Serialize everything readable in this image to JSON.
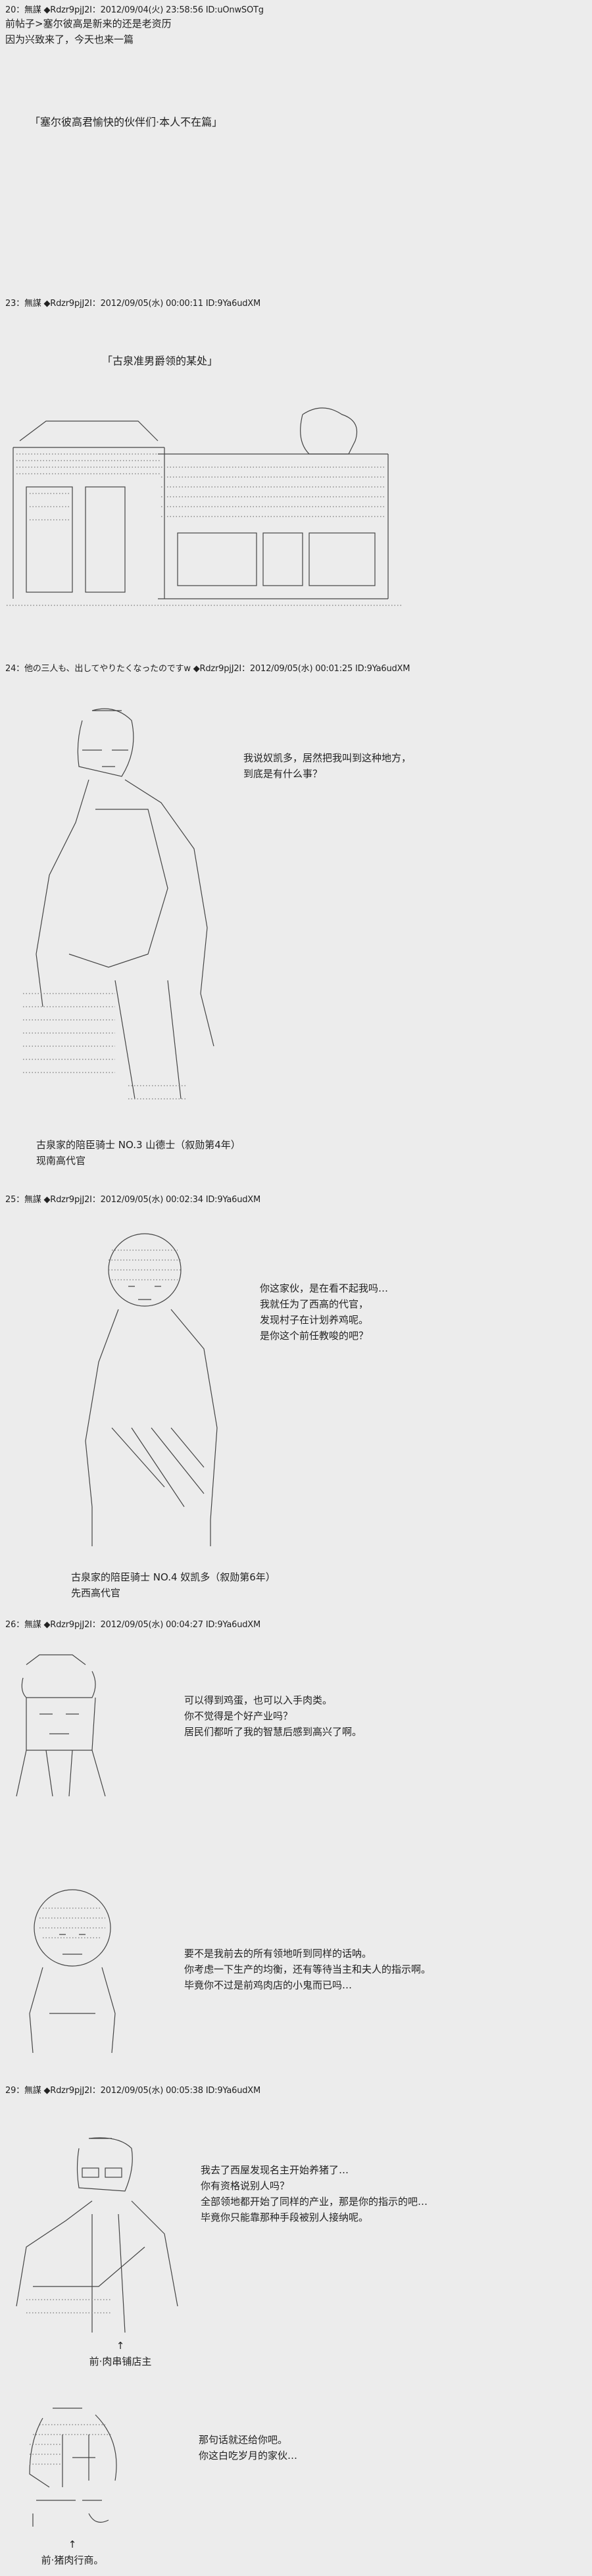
{
  "posts": [
    {
      "header": "20：無謀 ◆Rdzr9pjJ2I：2012/09/04(火) 23:58:56 ID:uOnwSOTg",
      "lines": [
        "前帖子>塞尔彼高是新来的还是老资历",
        "因为兴致来了，今天也来一篇"
      ],
      "title": "「塞尔彼高君愉快的伙伴们·本人不在篇」"
    },
    {
      "header": "23：無謀 ◆Rdzr9pjJ2I：2012/09/05(水) 00:00:11 ID:9Ya6udXM",
      "title": "「古泉准男爵领的某处」"
    },
    {
      "header": "24：他の三人も、出してやりたくなったのですw ◆Rdzr9pjJ2I：2012/09/05(水) 00:01:25 ID:9Ya6udXM",
      "speech": [
        "我说奴凯多，居然把我叫到这种地方，",
        "到底是有什么事？"
      ],
      "caption": [
        "古泉家的陪臣骑士  NO.3  山德士（叙勋第4年）",
        "现南高代官"
      ]
    },
    {
      "header": "25：無謀 ◆Rdzr9pjJ2I：2012/09/05(水) 00:02:34 ID:9Ya6udXM",
      "speech": [
        "你这家伙，是在看不起我吗…",
        "我就任为了西高的代官，",
        "发现村子在计划养鸡呢。",
        "是你这个前任教唆的吧？"
      ],
      "caption": [
        "古泉家的陪臣骑士  NO.4  奴凯多（叙勋第6年）",
        "先西高代官"
      ]
    },
    {
      "header": "26：無謀 ◆Rdzr9pjJ2I：2012/09/05(水) 00:04:27 ID:9Ya6udXM",
      "speech_a": [
        "可以得到鸡蛋，也可以入手肉类。",
        "你不觉得是个好产业吗？",
        "居民们都听了我的智慧后感到高兴了啊。"
      ],
      "speech_b": [
        "要不是我前去的所有领地听到同样的话呐。",
        "你考虑一下生产的均衡，还有等待当主和夫人的指示啊。",
        "毕竟你不过是前鸡肉店的小鬼而已吗…"
      ]
    },
    {
      "header": "29：無謀 ◆Rdzr9pjJ2I：2012/09/05(水) 00:05:38 ID:9Ya6udXM",
      "speech_a": [
        "我去了西屋发现名主开始养猪了…",
        "你有资格说别人吗？",
        "全部领地都开始了同样的产业，那是你的指示的吧…",
        "毕竟你只能靠那种手段被别人接纳呢。"
      ],
      "caption_a": [
        "↑",
        "前·肉串铺店主"
      ],
      "speech_b": [
        "那句话就还给你吧。",
        "你这白吃岁月的家伙…"
      ],
      "caption_b": [
        "↑",
        "前·猪肉行商。"
      ]
    }
  ]
}
